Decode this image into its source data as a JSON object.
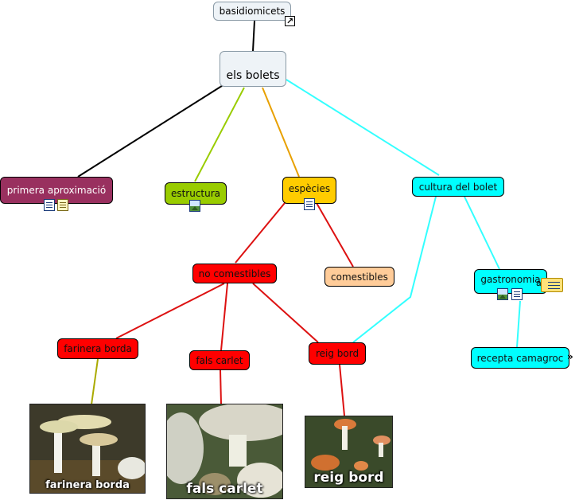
{
  "concepts": {
    "basidiomicets": "basidiomicets",
    "els_bolets": "els bolets",
    "primera_aproximacio": "primera aproximació",
    "estructura": "estructura",
    "especies": "espècies",
    "cultura_del_bolet": "cultura del bolet",
    "no_comestibles": "no comestibles",
    "comestibles": "comestibles",
    "gastronomia": "gastronomia",
    "farinera_borda": "farinera borda",
    "fals_carlet": "fals carlet",
    "reig_bord": "reig bord",
    "recepta_camagroc": "recepta camagroc"
  },
  "images": {
    "farinera_borda_caption": "farinera borda",
    "fals_carlet_caption": "fals carlet",
    "reig_bord_caption": "reig bord"
  },
  "note_glyph": "a",
  "link_colors": {
    "root_link": "#000000",
    "primera": "#000000",
    "estructura": "#99cc00",
    "especies": "#e8a000",
    "cultura": "#33ffff",
    "no_comestibles": "#dd1111",
    "farinera": "#aaaa00"
  },
  "node_colors": {
    "primera": "#99305f",
    "estructura": "#99cc00",
    "especies": "#ffcc00",
    "cultura": "#00ffff",
    "no_comestibles": "#ff0000",
    "comestibles": "#ffcc99"
  }
}
